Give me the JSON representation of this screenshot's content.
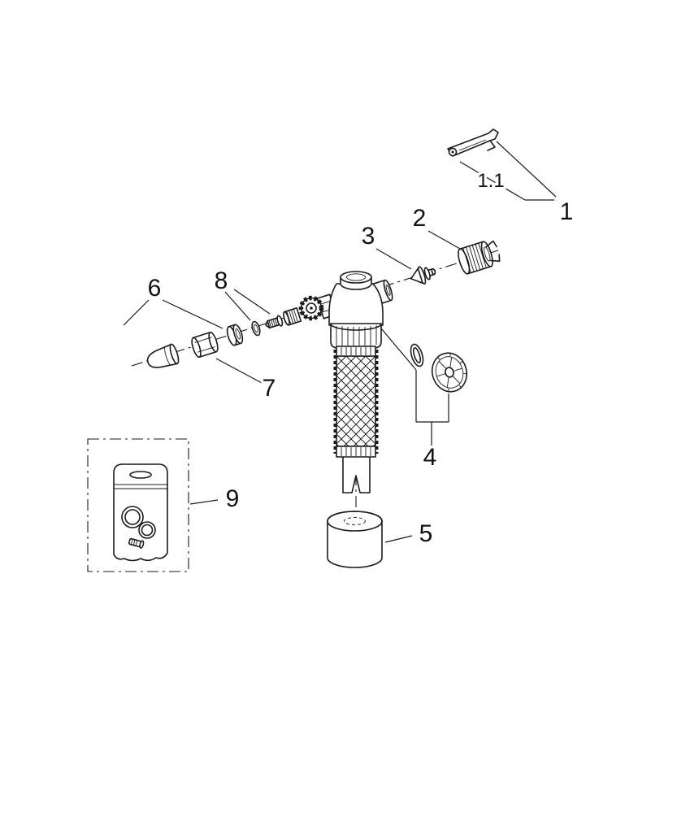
{
  "diagram": {
    "background": "#ffffff",
    "line_color": "#1a1a1a",
    "callouts": {
      "c1": "1",
      "c1_1": "1.1",
      "c2": "2",
      "c3": "3",
      "c4": "4",
      "c5": "5",
      "c6": "6",
      "c7": "7",
      "c8": "8",
      "c9": "9"
    }
  }
}
